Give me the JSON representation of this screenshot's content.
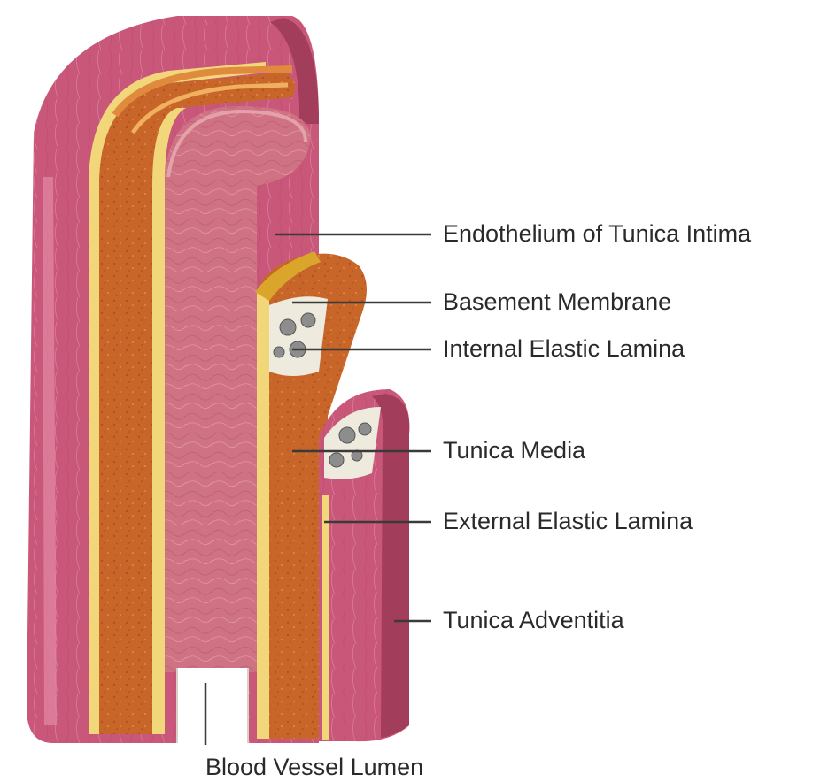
{
  "labels": {
    "endothelium": "Endothelium of Tunica Intima",
    "basement": "Basement Membrane",
    "internal_elastic": "Internal Elastic Lamina",
    "media": "Tunica Media",
    "external_elastic": "External Elastic Lamina",
    "adventitia": "Tunica Adventitia",
    "lumen": "Blood Vessel Lumen"
  },
  "colors": {
    "adventitia": "#c9577a",
    "adventitia_dark": "#a23e5c",
    "adventitia_light": "#e289a6",
    "media": "#c8662a",
    "media_light": "#e08a3d",
    "elastic": "#f2d77a",
    "intima": "#cf7283",
    "intima_light": "#e3a2a9",
    "leader": "#3a3a3a"
  }
}
